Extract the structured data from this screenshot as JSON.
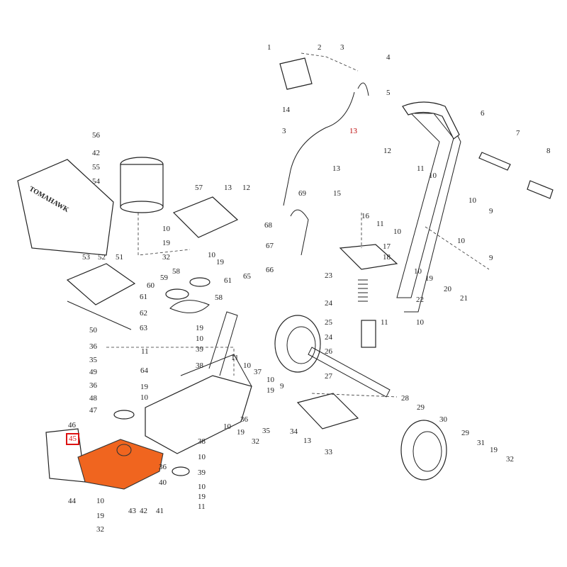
{
  "colors": {
    "highlight_part": "#f0651f",
    "highlight_box": "#d11111",
    "line": "#222222"
  },
  "logo_text": "TOMAHAWK",
  "highlighted_callout": "45",
  "callouts": [
    {
      "id": "c1",
      "label": "1"
    },
    {
      "id": "c2",
      "label": "2"
    },
    {
      "id": "c3a",
      "label": "3"
    },
    {
      "id": "c4",
      "label": "4"
    },
    {
      "id": "c14",
      "label": "14"
    },
    {
      "id": "c3b",
      "label": "3"
    },
    {
      "id": "c5",
      "label": "5"
    },
    {
      "id": "c6",
      "label": "6"
    },
    {
      "id": "c13a",
      "label": "13"
    },
    {
      "id": "c12a",
      "label": "12"
    },
    {
      "id": "c7",
      "label": "7"
    },
    {
      "id": "c8",
      "label": "8"
    },
    {
      "id": "c13b",
      "label": "13"
    },
    {
      "id": "c11a",
      "label": "11"
    },
    {
      "id": "c10a",
      "label": "10"
    },
    {
      "id": "c15",
      "label": "15"
    },
    {
      "id": "c16",
      "label": "16"
    },
    {
      "id": "c69",
      "label": "69"
    },
    {
      "id": "c68",
      "label": "68"
    },
    {
      "id": "c67",
      "label": "67"
    },
    {
      "id": "c66",
      "label": "66"
    },
    {
      "id": "c11b",
      "label": "11"
    },
    {
      "id": "c10b",
      "label": "10"
    },
    {
      "id": "c10c",
      "label": "10"
    },
    {
      "id": "c9a",
      "label": "9"
    },
    {
      "id": "c17",
      "label": "17"
    },
    {
      "id": "c10d",
      "label": "10"
    },
    {
      "id": "c9b",
      "label": "9"
    },
    {
      "id": "c18",
      "label": "18"
    },
    {
      "id": "c10e",
      "label": "10"
    },
    {
      "id": "c19a",
      "label": "19"
    },
    {
      "id": "c20",
      "label": "20"
    },
    {
      "id": "c21",
      "label": "21"
    },
    {
      "id": "c22",
      "label": "22"
    },
    {
      "id": "c23",
      "label": "23"
    },
    {
      "id": "c24a",
      "label": "24"
    },
    {
      "id": "c11c",
      "label": "11"
    },
    {
      "id": "c25",
      "label": "25"
    },
    {
      "id": "c10f",
      "label": "10"
    },
    {
      "id": "c24b",
      "label": "24"
    },
    {
      "id": "c26",
      "label": "26"
    },
    {
      "id": "c27",
      "label": "27"
    },
    {
      "id": "c56",
      "label": "56"
    },
    {
      "id": "c42a",
      "label": "42"
    },
    {
      "id": "c55",
      "label": "55"
    },
    {
      "id": "c54",
      "label": "54"
    },
    {
      "id": "c53",
      "label": "53"
    },
    {
      "id": "c51",
      "label": "51"
    },
    {
      "id": "c13c",
      "label": "13"
    },
    {
      "id": "c12b",
      "label": "12"
    },
    {
      "id": "c57",
      "label": "57"
    },
    {
      "id": "c10g",
      "label": "10"
    },
    {
      "id": "c19b",
      "label": "19"
    },
    {
      "id": "c32a",
      "label": "32"
    },
    {
      "id": "c10h",
      "label": "10"
    },
    {
      "id": "c19c",
      "label": "19"
    },
    {
      "id": "c65",
      "label": "65"
    },
    {
      "id": "c52",
      "label": "52"
    },
    {
      "id": "c58a",
      "label": "58"
    },
    {
      "id": "c59",
      "label": "59"
    },
    {
      "id": "c61a",
      "label": "61"
    },
    {
      "id": "c60",
      "label": "60"
    },
    {
      "id": "c61b",
      "label": "61"
    },
    {
      "id": "c58b",
      "label": "58"
    },
    {
      "id": "c62",
      "label": "62"
    },
    {
      "id": "c50",
      "label": "50"
    },
    {
      "id": "c63",
      "label": "63"
    },
    {
      "id": "c19d",
      "label": "19"
    },
    {
      "id": "c10i",
      "label": "10"
    },
    {
      "id": "c36a",
      "label": "36"
    },
    {
      "id": "c39a",
      "label": "39"
    },
    {
      "id": "c11d",
      "label": "11"
    },
    {
      "id": "c38a",
      "label": "38"
    },
    {
      "id": "c35a",
      "label": "35"
    },
    {
      "id": "c49",
      "label": "49"
    },
    {
      "id": "c64",
      "label": "64"
    },
    {
      "id": "c36b",
      "label": "36"
    },
    {
      "id": "c19e",
      "label": "19"
    },
    {
      "id": "c48",
      "label": "48"
    },
    {
      "id": "c10j",
      "label": "10"
    },
    {
      "id": "c47",
      "label": "47"
    },
    {
      "id": "c11e",
      "label": "11"
    },
    {
      "id": "c10k",
      "label": "10"
    },
    {
      "id": "c37",
      "label": "37"
    },
    {
      "id": "c10l",
      "label": "10"
    },
    {
      "id": "c19f",
      "label": "19"
    },
    {
      "id": "c9c",
      "label": "9"
    },
    {
      "id": "c46",
      "label": "46"
    },
    {
      "id": "c45",
      "label": "45"
    },
    {
      "id": "c36c",
      "label": "36"
    },
    {
      "id": "c35b",
      "label": "35"
    },
    {
      "id": "c10m",
      "label": "10"
    },
    {
      "id": "c19g",
      "label": "19"
    },
    {
      "id": "c32b",
      "label": "32"
    },
    {
      "id": "c38b",
      "label": "38"
    },
    {
      "id": "c10n",
      "label": "10"
    },
    {
      "id": "c36d",
      "label": "36"
    },
    {
      "id": "c39b",
      "label": "39"
    },
    {
      "id": "c40",
      "label": "40"
    },
    {
      "id": "c10o",
      "label": "10"
    },
    {
      "id": "c19h",
      "label": "19"
    },
    {
      "id": "c11f",
      "label": "11"
    },
    {
      "id": "c44",
      "label": "44"
    },
    {
      "id": "c10p",
      "label": "10"
    },
    {
      "id": "c43",
      "label": "43"
    },
    {
      "id": "c42b",
      "label": "42"
    },
    {
      "id": "c41",
      "label": "41"
    },
    {
      "id": "c19i",
      "label": "19"
    },
    {
      "id": "c32c",
      "label": "32"
    },
    {
      "id": "c34",
      "label": "34"
    },
    {
      "id": "c13d",
      "label": "13"
    },
    {
      "id": "c33",
      "label": "33"
    },
    {
      "id": "c28",
      "label": "28"
    },
    {
      "id": "c29a",
      "label": "29"
    },
    {
      "id": "c30",
      "label": "30"
    },
    {
      "id": "c29b",
      "label": "29"
    },
    {
      "id": "c31",
      "label": "31"
    },
    {
      "id": "c19j",
      "label": "19"
    },
    {
      "id": "c32d",
      "label": "32"
    }
  ]
}
